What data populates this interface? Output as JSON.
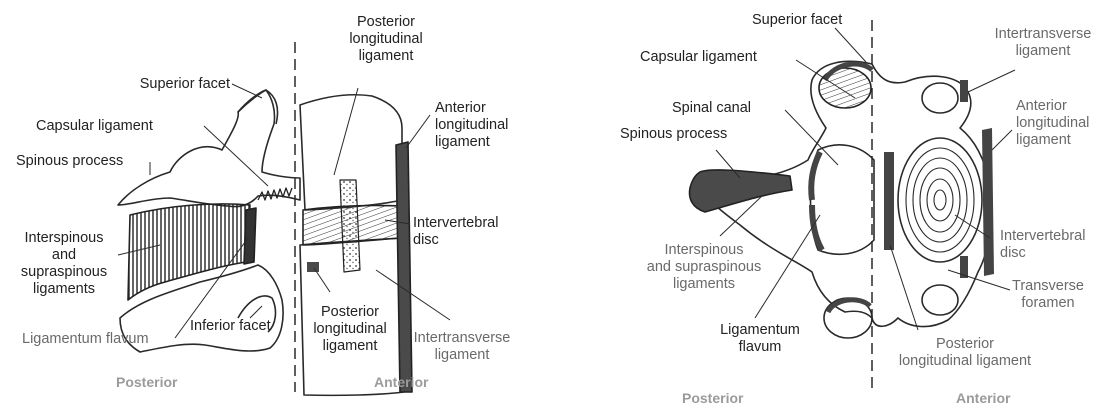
{
  "left_figure": {
    "posterior_caption": "Posterior",
    "anterior_caption": "Anterior",
    "labels": {
      "superior_facet": "Superior facet",
      "capsular_ligament": "Capsular ligament",
      "spinous_process": "Spinous process",
      "interspinous_line1": "Interspinous",
      "interspinous_line2": "and",
      "interspinous_line3": "supraspinous",
      "interspinous_line4": "ligaments",
      "ligamentum_flavum": "Ligamentum flavum",
      "inferior_facet": "Inferior facet",
      "pll_top_line1": "Posterior",
      "pll_top_line2": "longitudinal",
      "pll_top_line3": "ligament",
      "all_line1": "Anterior",
      "all_line2": "longitudinal",
      "all_line3": "ligament",
      "disc_line1": "Intervertebral",
      "disc_line2": "disc",
      "pll_bottom_line1": "Posterior",
      "pll_bottom_line2": "longitudinal",
      "pll_bottom_line3": "ligament",
      "intertransverse_line1": "Intertransverse",
      "intertransverse_line2": "ligament"
    }
  },
  "right_figure": {
    "posterior_caption": "Posterior",
    "anterior_caption": "Anterior",
    "labels": {
      "superior_facet": "Superior facet",
      "capsular_ligament": "Capsular ligament",
      "spinal_canal": "Spinal canal",
      "spinous_process": "Spinous process",
      "interspinous_line1": "Interspinous",
      "interspinous_line2": "and supraspinous",
      "interspinous_line3": "ligaments",
      "ligamentum_flavum_line1": "Ligamentum",
      "ligamentum_flavum_line2": "flavum",
      "intertransverse_line1": "Intertransverse",
      "intertransverse_line2": "ligament",
      "all_line1": "Anterior",
      "all_line2": "longitudinal",
      "all_line3": "ligament",
      "disc_line1": "Intervertebral",
      "disc_line2": "disc",
      "transverse_line1": "Transverse",
      "transverse_line2": "foramen",
      "pll_line1": "Posterior",
      "pll_line2": "longitudinal ligament"
    }
  }
}
